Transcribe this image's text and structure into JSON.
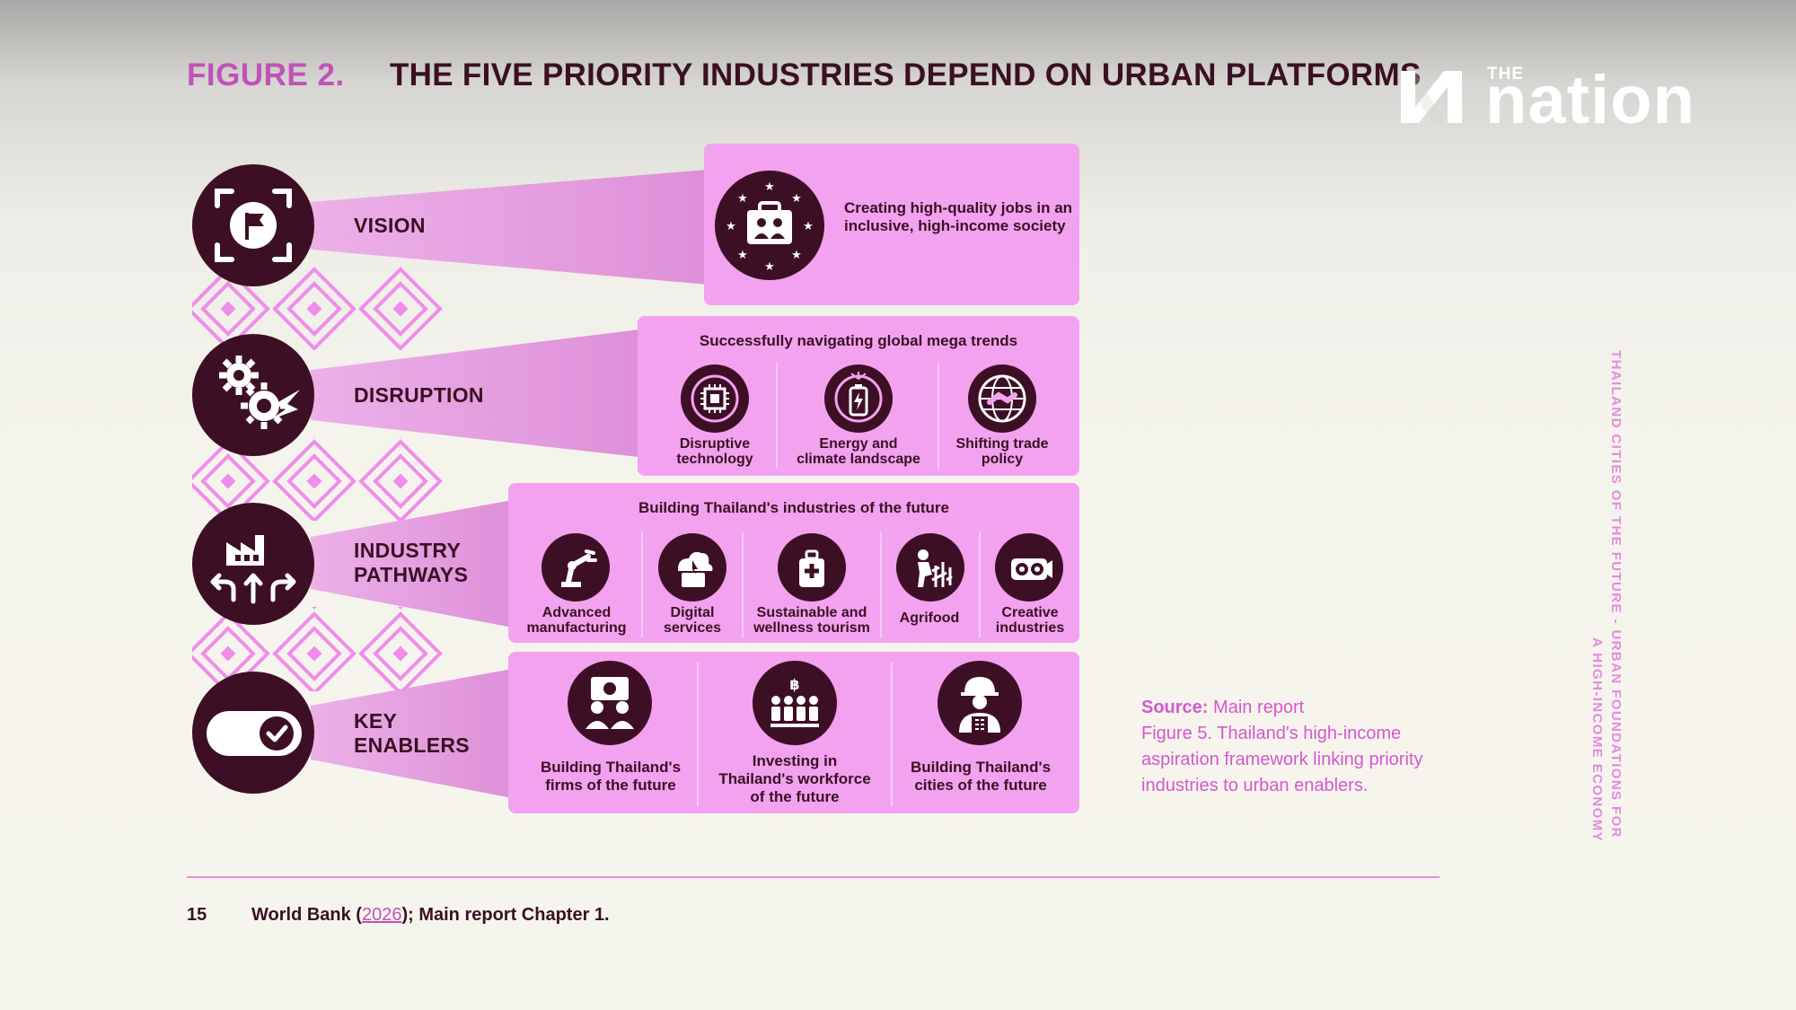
{
  "header": {
    "figure_label": "FIGURE 2.",
    "title": "THE FIVE PRIORITY INDUSTRIES DEPEND ON URBAN PLATFORMS"
  },
  "logo": {
    "small": "THE",
    "word": "nation"
  },
  "rows": {
    "vision": {
      "label": "VISION",
      "panel_text": "Creating high-quality jobs in an inclusive, high-income society"
    },
    "disruption": {
      "label": "DISRUPTION",
      "heading": "Successfully navigating global mega trends",
      "items": [
        {
          "line1": "Disruptive",
          "line2": "technology",
          "icon": "chip-icon"
        },
        {
          "line1": "Energy and",
          "line2": "climate landscape",
          "icon": "battery-icon"
        },
        {
          "line1": "Shifting trade",
          "line2": "policy",
          "icon": "globe-handshake-icon"
        }
      ]
    },
    "industry": {
      "label_line1": "INDUSTRY",
      "label_line2": "PATHWAYS",
      "heading": "Building Thailand's industries of the future",
      "items": [
        {
          "line1": "Advanced",
          "line2": "manufacturing",
          "icon": "robot-arm-icon"
        },
        {
          "line1": "Digital",
          "line2": "services",
          "icon": "cloud-device-icon"
        },
        {
          "line1": "Sustainable and",
          "line2": "wellness tourism",
          "icon": "medical-bag-icon"
        },
        {
          "line1": "Agrifood",
          "line2": "",
          "icon": "farmer-icon"
        },
        {
          "line1": "Creative",
          "line2": "industries",
          "icon": "film-reel-icon"
        }
      ]
    },
    "enablers": {
      "label_line1": "KEY",
      "label_line2": "ENABLERS",
      "items": [
        {
          "line1": "Building Thailand's",
          "line2": "firms of the future",
          "line3": "",
          "icon": "business-people-icon"
        },
        {
          "line1": "Investing in",
          "line2": "Thailand's workforce",
          "line3": "of the future",
          "icon": "workforce-icon"
        },
        {
          "line1": "Building Thailand's",
          "line2": "cities of the future",
          "line3": "",
          "icon": "city-worker-icon"
        }
      ]
    }
  },
  "source": {
    "label": "Source:",
    "text": "Main report",
    "caption": "Figure 5. Thailand's high-income aspiration framework linking priority industries to urban enablers."
  },
  "side_text": {
    "line1": "THAILAND CITIES OF THE FUTURE - URBAN FOUNDATIONS FOR",
    "line2": "A HIGH-INCOME ECONOMY"
  },
  "footer": {
    "page": "15",
    "prefix": "World Bank (",
    "link": "2026",
    "suffix": "); Main report Chapter 1."
  },
  "colors": {
    "accent": "#c052b9",
    "dark": "#3d0f25",
    "panel": "#f2a2ef",
    "beam": "#e7a1e3",
    "diamond": "#f08ceb"
  }
}
